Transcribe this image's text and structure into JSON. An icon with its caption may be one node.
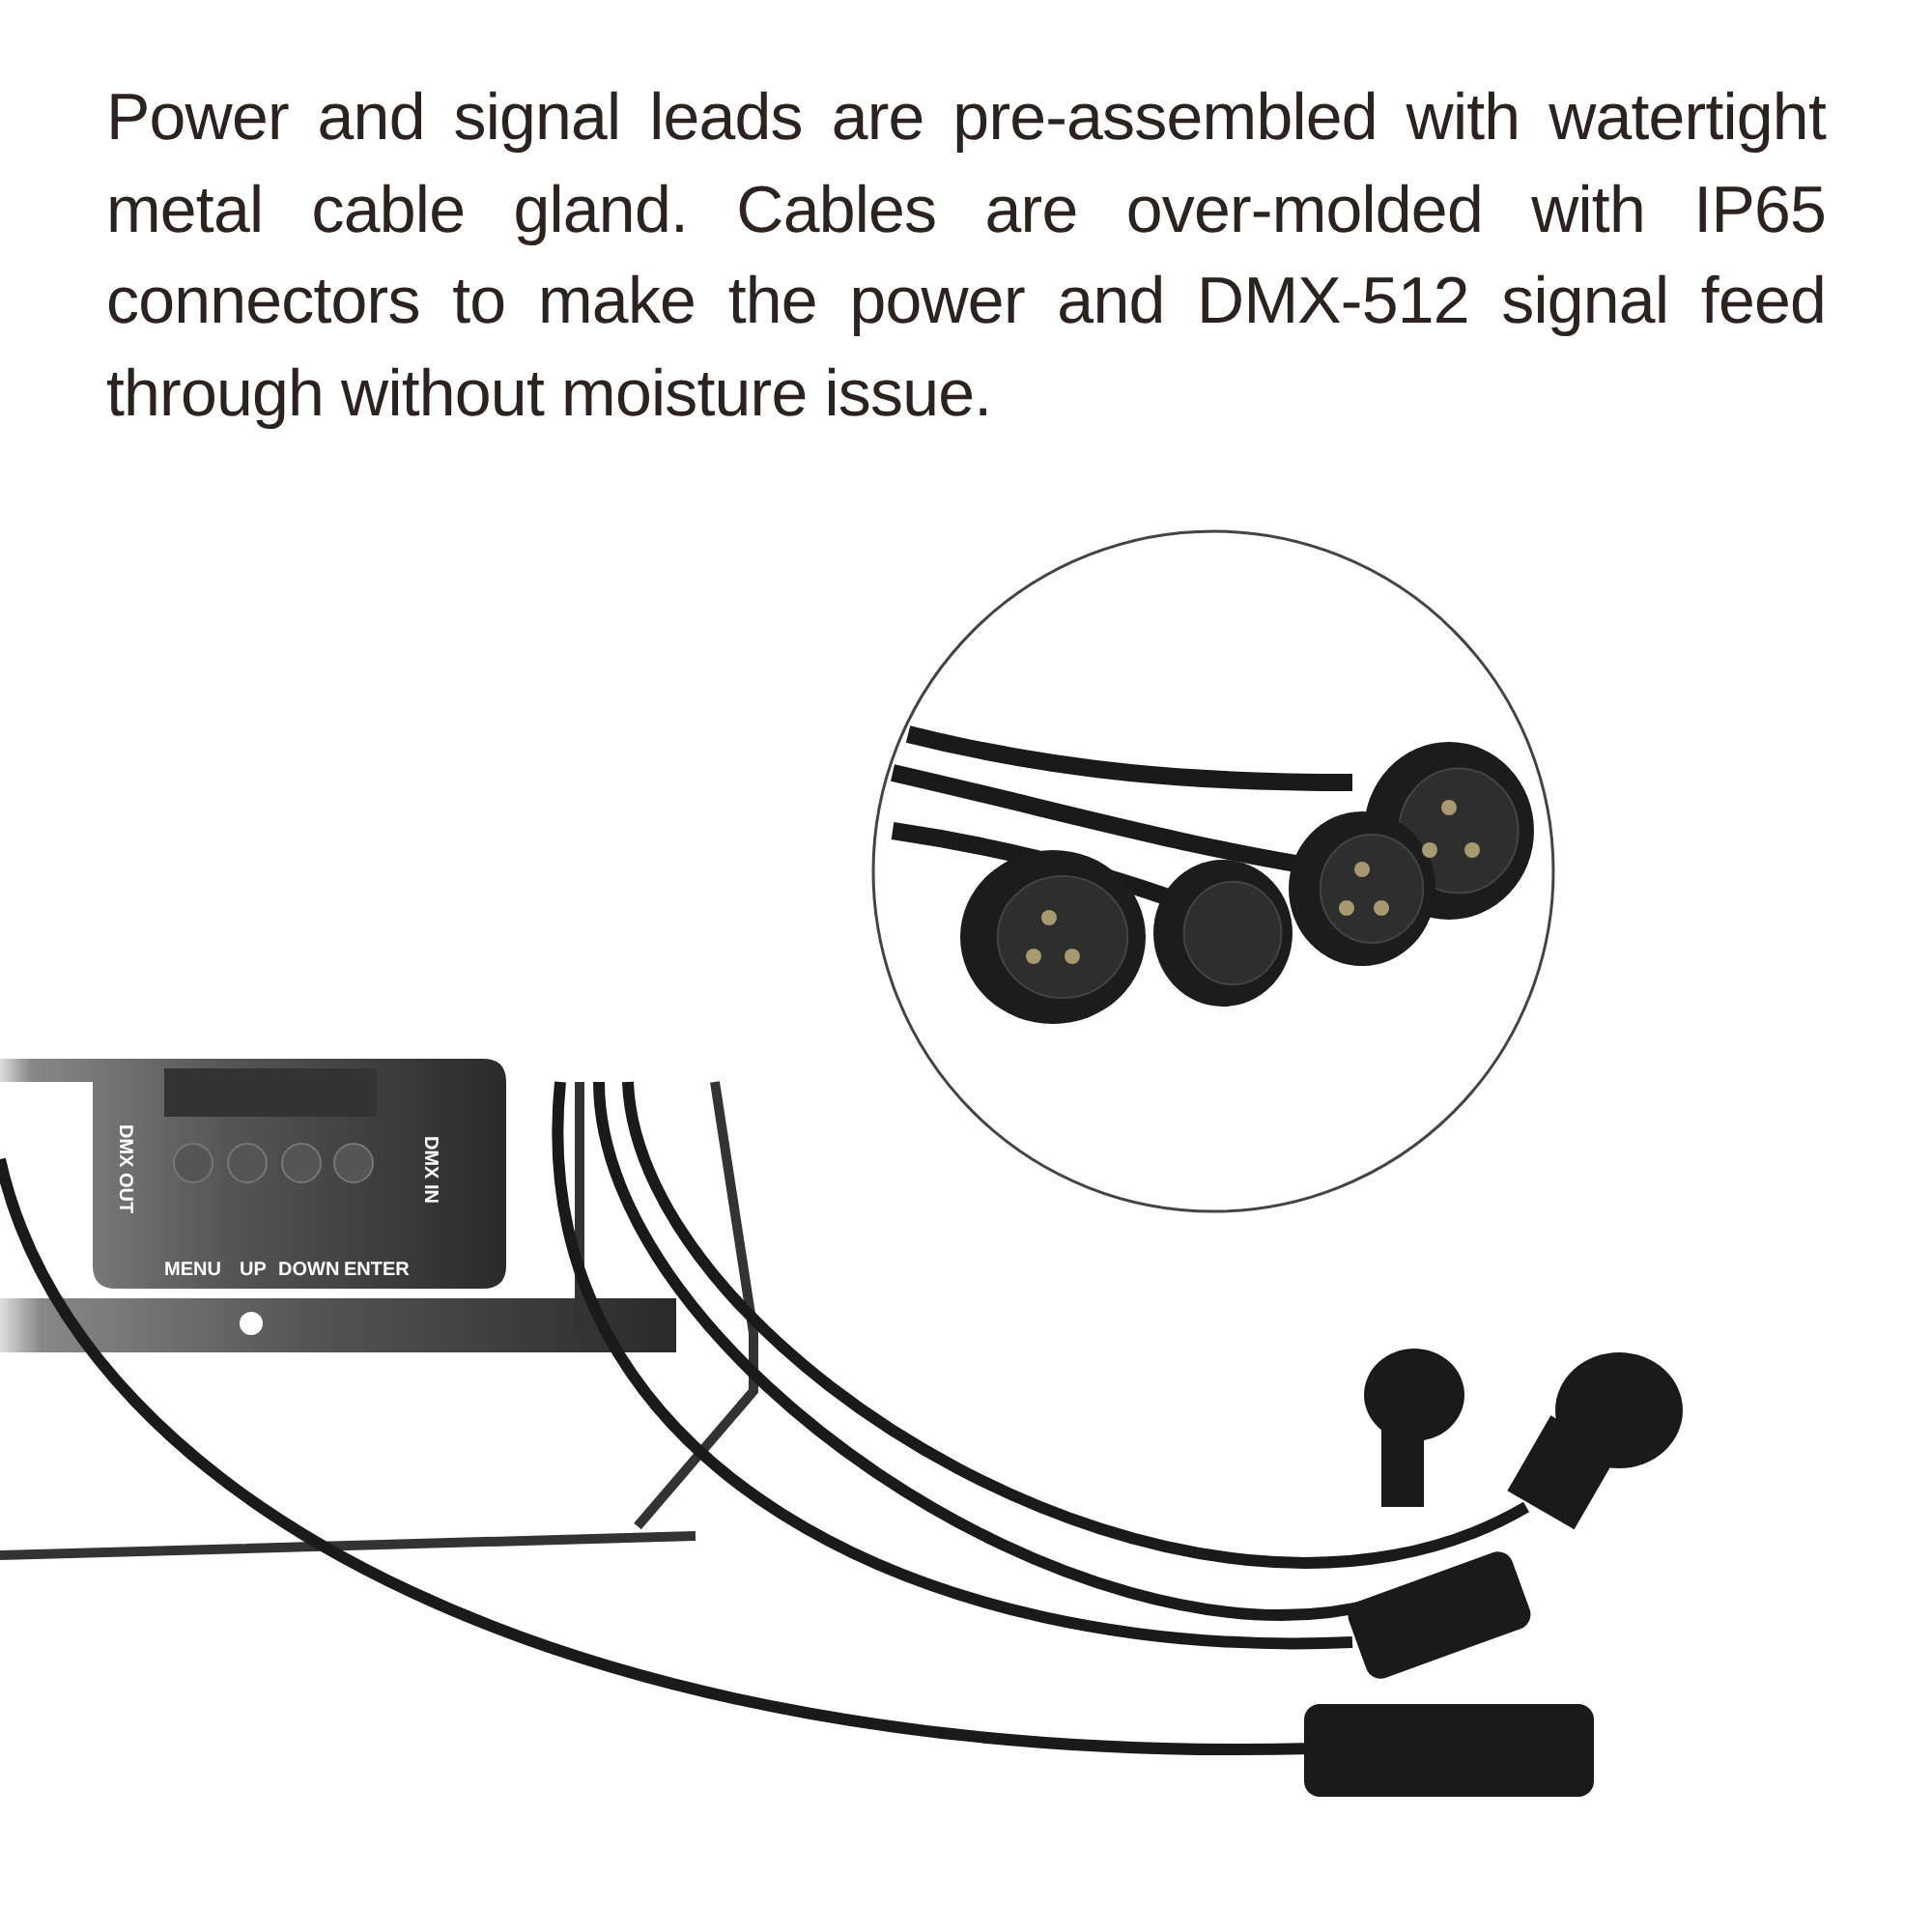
{
  "diagram": {
    "labels": [
      "Power and signal leads are pre-assembled with watertight metal cable gland. Cables are over-molded with IP65 connectors to make the power and DMX-512 signal feed through without moisture issue.",
      "DMX OUT",
      "DMX IN",
      "MENU",
      "UP",
      "DOWN",
      "ENTER"
    ]
  }
}
